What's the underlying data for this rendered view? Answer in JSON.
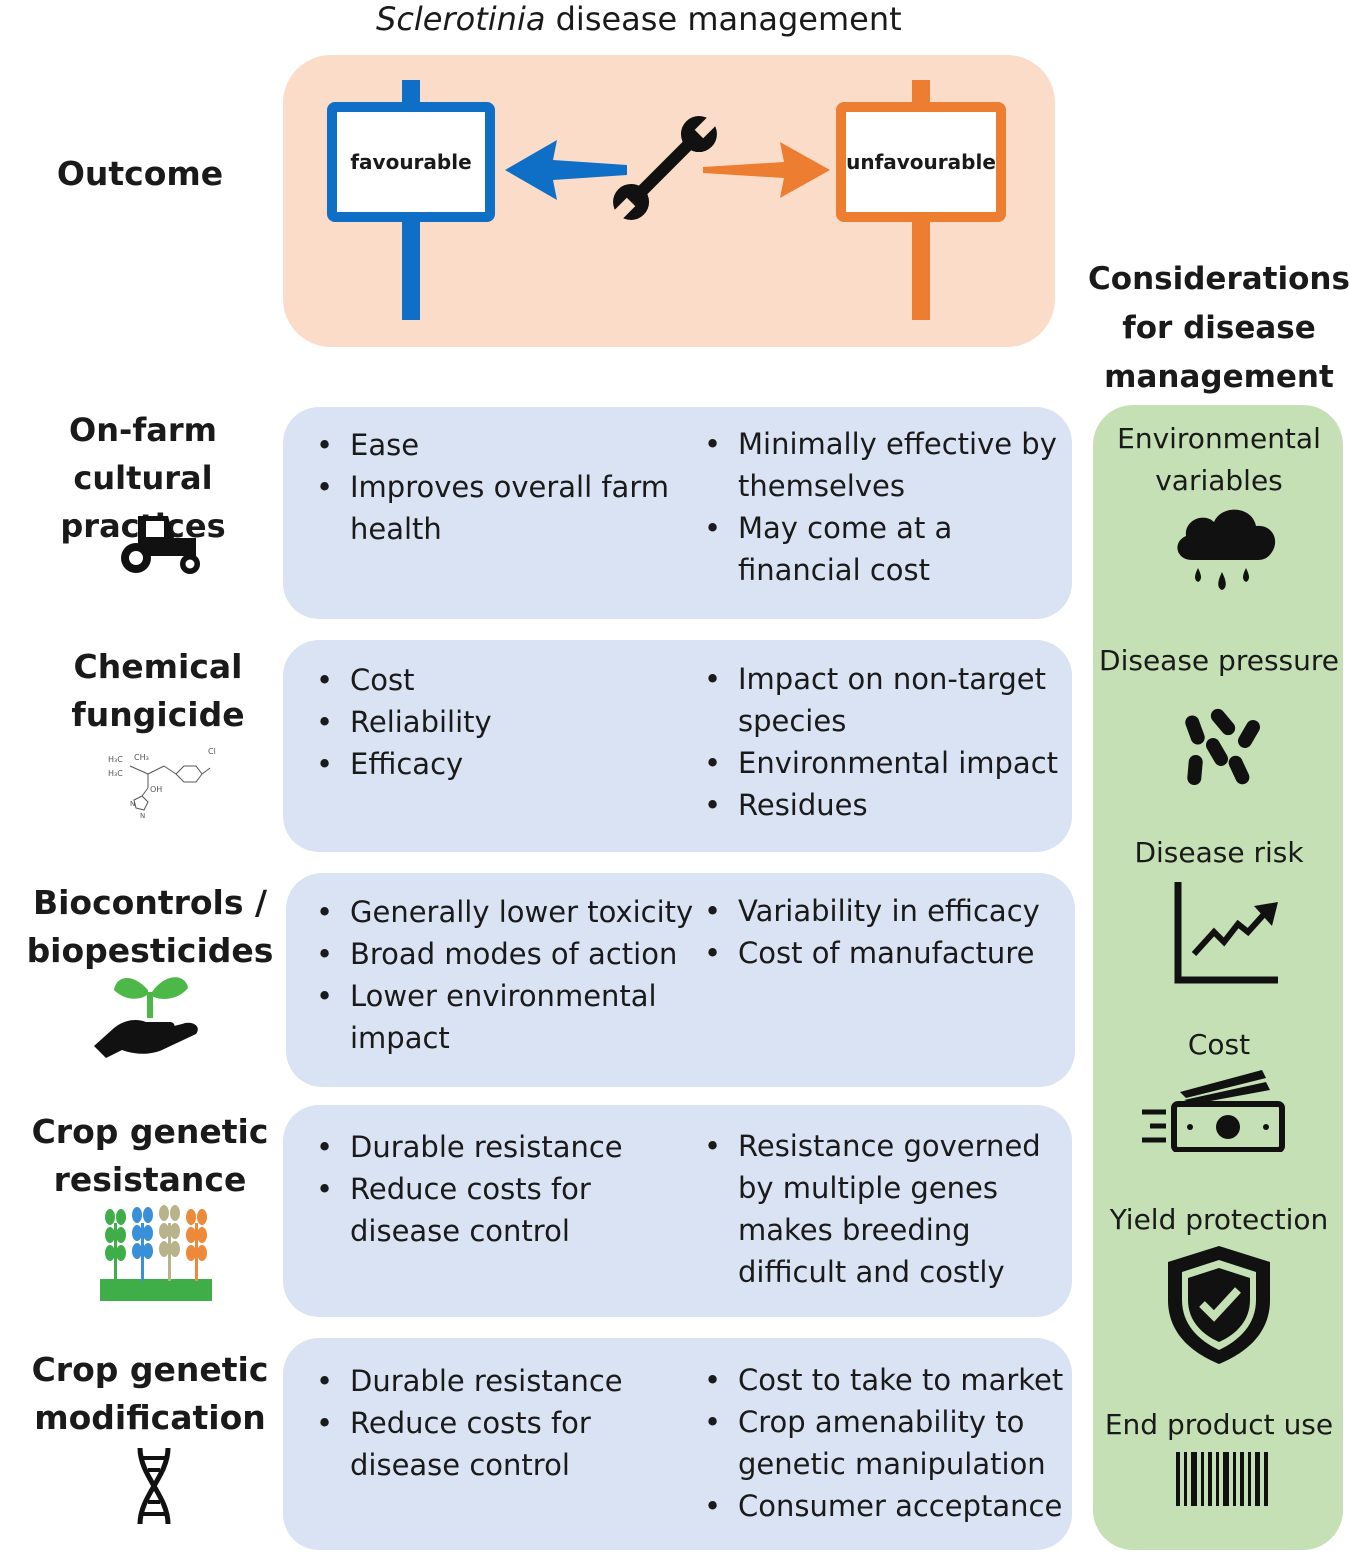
{
  "title": {
    "italic": "Sclerotinia",
    "rest": " disease management"
  },
  "outcome": {
    "label": "Outcome",
    "favourable": "favourable",
    "unfavourable": "unfavourable",
    "colors": {
      "favourable": "#0f6fc6",
      "unfavourable": "#ed7d31"
    }
  },
  "rows": [
    {
      "label": "On-farm cultural practices",
      "pros": [
        "Ease",
        "Improves overall farm health"
      ],
      "cons": [
        "Minimally effective by themselves",
        "May come at a financial cost"
      ]
    },
    {
      "label": "Chemical fungicide",
      "pros": [
        "Cost",
        "Reliability",
        "Efficacy"
      ],
      "cons": [
        "Impact on non-target species",
        "Environmental impact",
        "Residues"
      ]
    },
    {
      "label": "Biocontrols / biopesticides",
      "pros": [
        "Generally lower toxicity",
        "Broad modes of action",
        "Lower environmental impact"
      ],
      "cons": [
        "Variability in efficacy",
        "Cost of manufacture"
      ]
    },
    {
      "label": "Crop genetic resistance",
      "pros": [
        "Durable resistance",
        "Reduce costs for disease control"
      ],
      "cons": [
        "Resistance governed by multiple genes makes breeding difficult and costly"
      ]
    },
    {
      "label": "Crop genetic modification",
      "pros": [
        "Durable resistance",
        "Reduce costs for disease control"
      ],
      "cons": [
        "Cost to take to market",
        "Crop amenability to genetic manipulation",
        "Consumer acceptance"
      ]
    }
  ],
  "considerations": {
    "title": "Considerations for disease management",
    "items": [
      "Environmental variables",
      "Disease pressure",
      "Disease risk",
      "Cost",
      "Yield protection",
      "End product use"
    ]
  },
  "chem_labels": [
    "H₃C",
    "CH₃",
    "H₃C",
    "Cl",
    "OH",
    "N",
    "N"
  ],
  "colors": {
    "panel_blue": "#dae3f3",
    "panel_green": "#c5e0b4",
    "panel_peach": "#fbdcc9"
  }
}
